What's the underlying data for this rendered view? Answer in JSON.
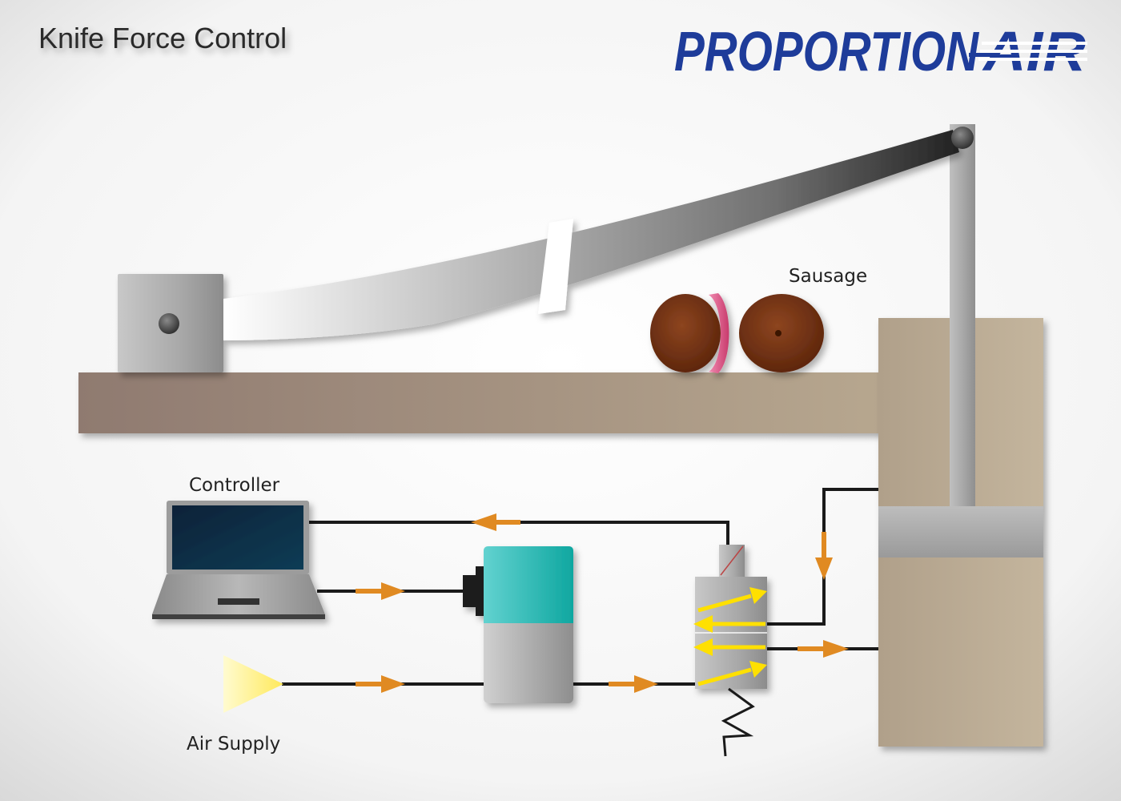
{
  "title": "Knife Force Control",
  "logo": {
    "word1": "PROPORTION",
    "word2": "AIR",
    "color": "#1e3c9a"
  },
  "labels": {
    "sausage": "Sausage",
    "controller": "Controller",
    "air_supply": "Air Supply"
  },
  "colors": {
    "pipe": "#1a1a1a",
    "flow_arrow": "#e08a22",
    "valve_arrow": "#ffe000",
    "regulator_top": "#1aa9a4",
    "cylinder": "#b3a48e",
    "board": "#9e8b7d",
    "sausage": "#7a3412",
    "sausage_cut": "#d4447a"
  }
}
